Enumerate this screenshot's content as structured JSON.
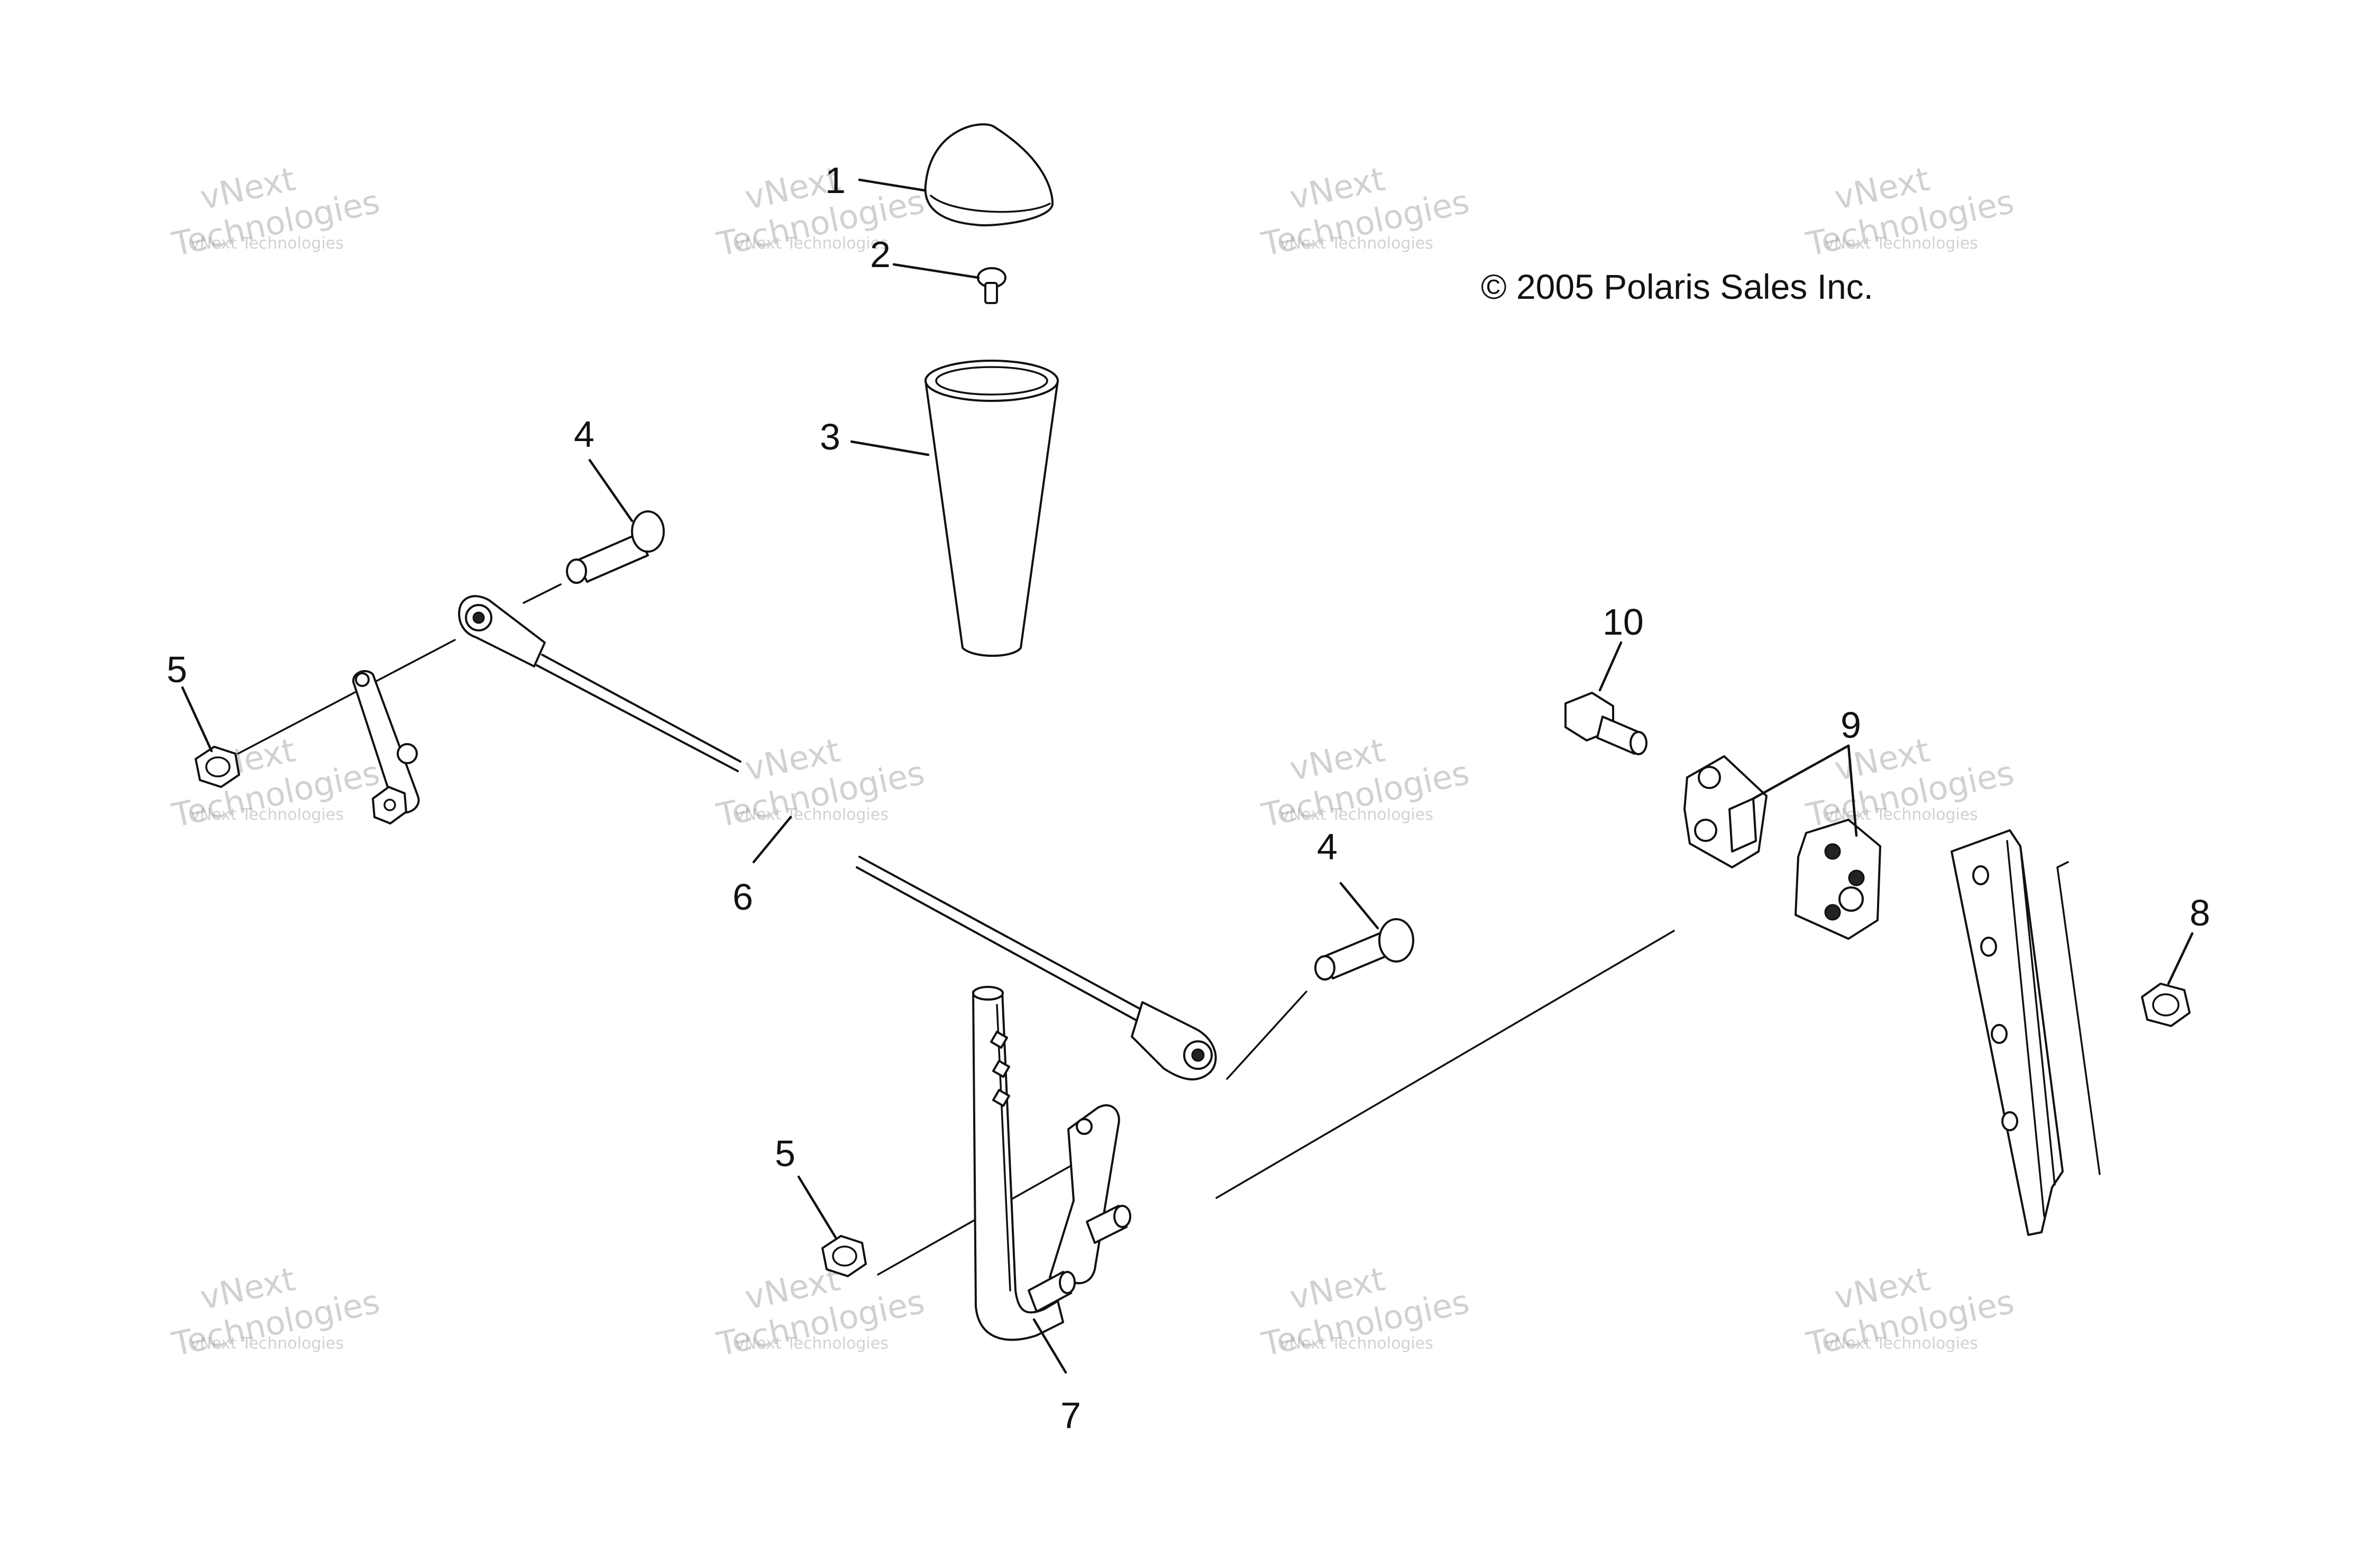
{
  "copyright": "© 2005 Polaris Sales Inc.",
  "callouts": [
    {
      "id": "1",
      "label": "1"
    },
    {
      "id": "2",
      "label": "2"
    },
    {
      "id": "3",
      "label": "3"
    },
    {
      "id": "4a",
      "label": "4"
    },
    {
      "id": "4b",
      "label": "4"
    },
    {
      "id": "5a",
      "label": "5"
    },
    {
      "id": "5b",
      "label": "5"
    },
    {
      "id": "6",
      "label": "6"
    },
    {
      "id": "7",
      "label": "7"
    },
    {
      "id": "8",
      "label": "8"
    },
    {
      "id": "9",
      "label": "9"
    },
    {
      "id": "10",
      "label": "10"
    }
  ],
  "watermark": {
    "line1": "vNext Technologies",
    "line2": "vNext",
    "line3": "Technologies",
    "color": "#9a9a9a"
  },
  "colors": {
    "ink": "#111111",
    "background": "#ffffff"
  }
}
